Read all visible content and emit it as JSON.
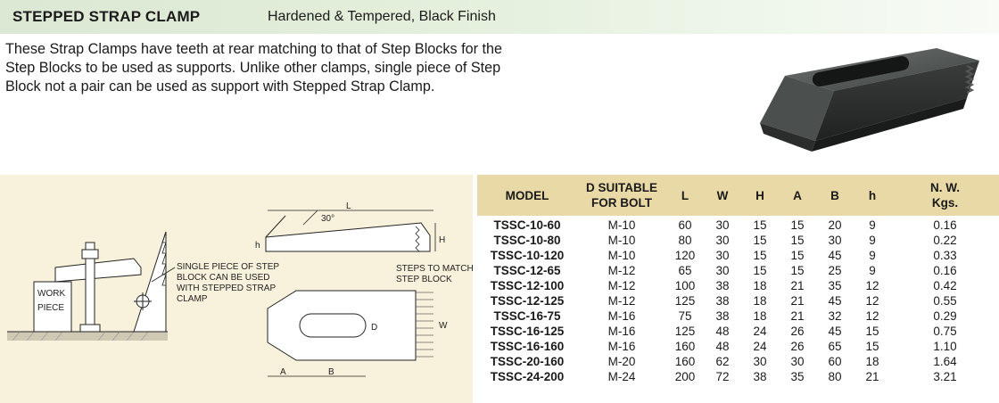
{
  "header": {
    "title": "STEPPED STRAP CLAMP",
    "subtitle": "Hardened & Tempered, Black Finish"
  },
  "description": "These Strap Clamps have teeth at rear matching to that of Step Blocks for the Step Blocks to be used as supports. Unlike other clamps, single piece of Step Block not a pair can be used as support with Stepped Strap Clamp.",
  "diagram": {
    "work_piece_line1": "WORK",
    "work_piece_line2": "PIECE",
    "note_line1": "SINGLE PIECE OF STEP",
    "note_line2": "BLOCK CAN BE USED",
    "note_line3": "WITH STEPPED STRAP",
    "note_line4": "CLAMP",
    "steps_line1": "STEPS TO MATCH",
    "steps_line2": "STEP BLOCK",
    "angle": "30°",
    "dim_L": "L",
    "dim_H": "H",
    "dim_h": "h",
    "dim_D": "D",
    "dim_W": "W",
    "dim_A": "A",
    "dim_B": "B"
  },
  "table": {
    "headers": {
      "model": "MODEL",
      "bolt_line1": "D SUITABLE",
      "bolt_line2": "FOR BOLT",
      "L": "L",
      "W": "W",
      "H": "H",
      "A": "A",
      "B": "B",
      "h": "h",
      "nw_line1": "N. W.",
      "nw_line2": "Kgs."
    },
    "rows": [
      [
        "TSSC-10-60",
        "M-10",
        "60",
        "30",
        "15",
        "15",
        "20",
        "9",
        "0.16"
      ],
      [
        "TSSC-10-80",
        "M-10",
        "80",
        "30",
        "15",
        "15",
        "30",
        "9",
        "0.22"
      ],
      [
        "TSSC-10-120",
        "M-10",
        "120",
        "30",
        "15",
        "15",
        "45",
        "9",
        "0.33"
      ],
      [
        "TSSC-12-65",
        "M-12",
        "65",
        "30",
        "15",
        "15",
        "25",
        "9",
        "0.16"
      ],
      [
        "TSSC-12-100",
        "M-12",
        "100",
        "38",
        "18",
        "21",
        "35",
        "12",
        "0.42"
      ],
      [
        "TSSC-12-125",
        "M-12",
        "125",
        "38",
        "18",
        "21",
        "45",
        "12",
        "0.55"
      ],
      [
        "TSSC-16-75",
        "M-16",
        "75",
        "38",
        "18",
        "21",
        "32",
        "12",
        "0.29"
      ],
      [
        "TSSC-16-125",
        "M-16",
        "125",
        "48",
        "24",
        "26",
        "45",
        "15",
        "0.75"
      ],
      [
        "TSSC-16-160",
        "M-16",
        "160",
        "48",
        "24",
        "26",
        "65",
        "15",
        "1.10"
      ],
      [
        "TSSC-20-160",
        "M-20",
        "160",
        "62",
        "30",
        "30",
        "60",
        "18",
        "1.64"
      ],
      [
        "TSSC-24-200",
        "M-24",
        "200",
        "72",
        "38",
        "35",
        "80",
        "21",
        "3.21"
      ]
    ]
  },
  "colors": {
    "header_bar": "#dbe8d3",
    "table_header": "#e9d9a6",
    "diagram_panel": "#f8f1dc"
  }
}
